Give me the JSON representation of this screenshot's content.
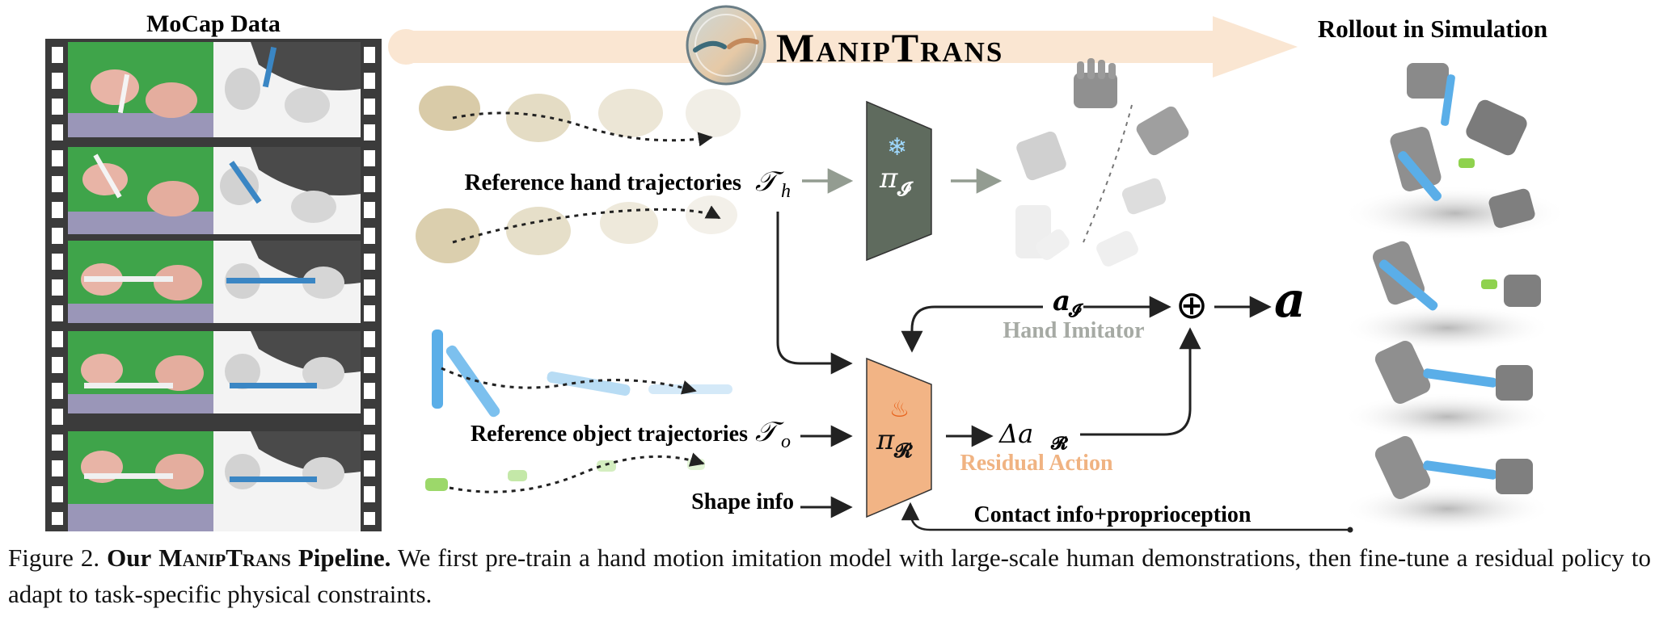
{
  "header": {
    "mocap_label": "MoCap Data",
    "title": "ManipTrans",
    "rollout_label": "Rollout in Simulation"
  },
  "pipeline": {
    "ref_hand_label": "Reference hand trajectories",
    "tau_h": "𝒯",
    "tau_h_sub": "h",
    "ref_object_label": "Reference object trajectories",
    "tau_o": "𝒯",
    "tau_o_sub": "o",
    "shape_label": "Shape info",
    "pi_I": "π",
    "pi_I_sub": "𝓘",
    "pi_R": "π",
    "pi_R_sub": "𝓡",
    "a_I": "a",
    "a_I_sub": "𝓘",
    "hand_imitator_label": "Hand Imitator",
    "oplus": "⊕",
    "a_out": "a",
    "delta_a_R": "Δa",
    "delta_a_R_sub": "𝓡",
    "residual_action_label": "Residual Action",
    "contact_label": "Contact info+proprioception"
  },
  "caption": {
    "prefix": "Figure 2.",
    "bold_our": "Our",
    "bold_name": "ManipTrans",
    "bold_pipeline": "Pipeline.",
    "text": "We first pre-train a hand motion imitation model with large-scale human demonstrations, then fine-tune a residual policy to adapt to task-specific physical constraints."
  },
  "colors": {
    "imitator_fill": "#5f6b5e",
    "residual_fill": "#f2b485",
    "banner_arrow": "#fae6d2",
    "hand_imitator_text": "#a6aaa4",
    "residual_action_text": "#f0b382",
    "gray_arrow": "#939c91",
    "green_screen": "#3fa44a",
    "marker_blue": "#5aaee8"
  }
}
